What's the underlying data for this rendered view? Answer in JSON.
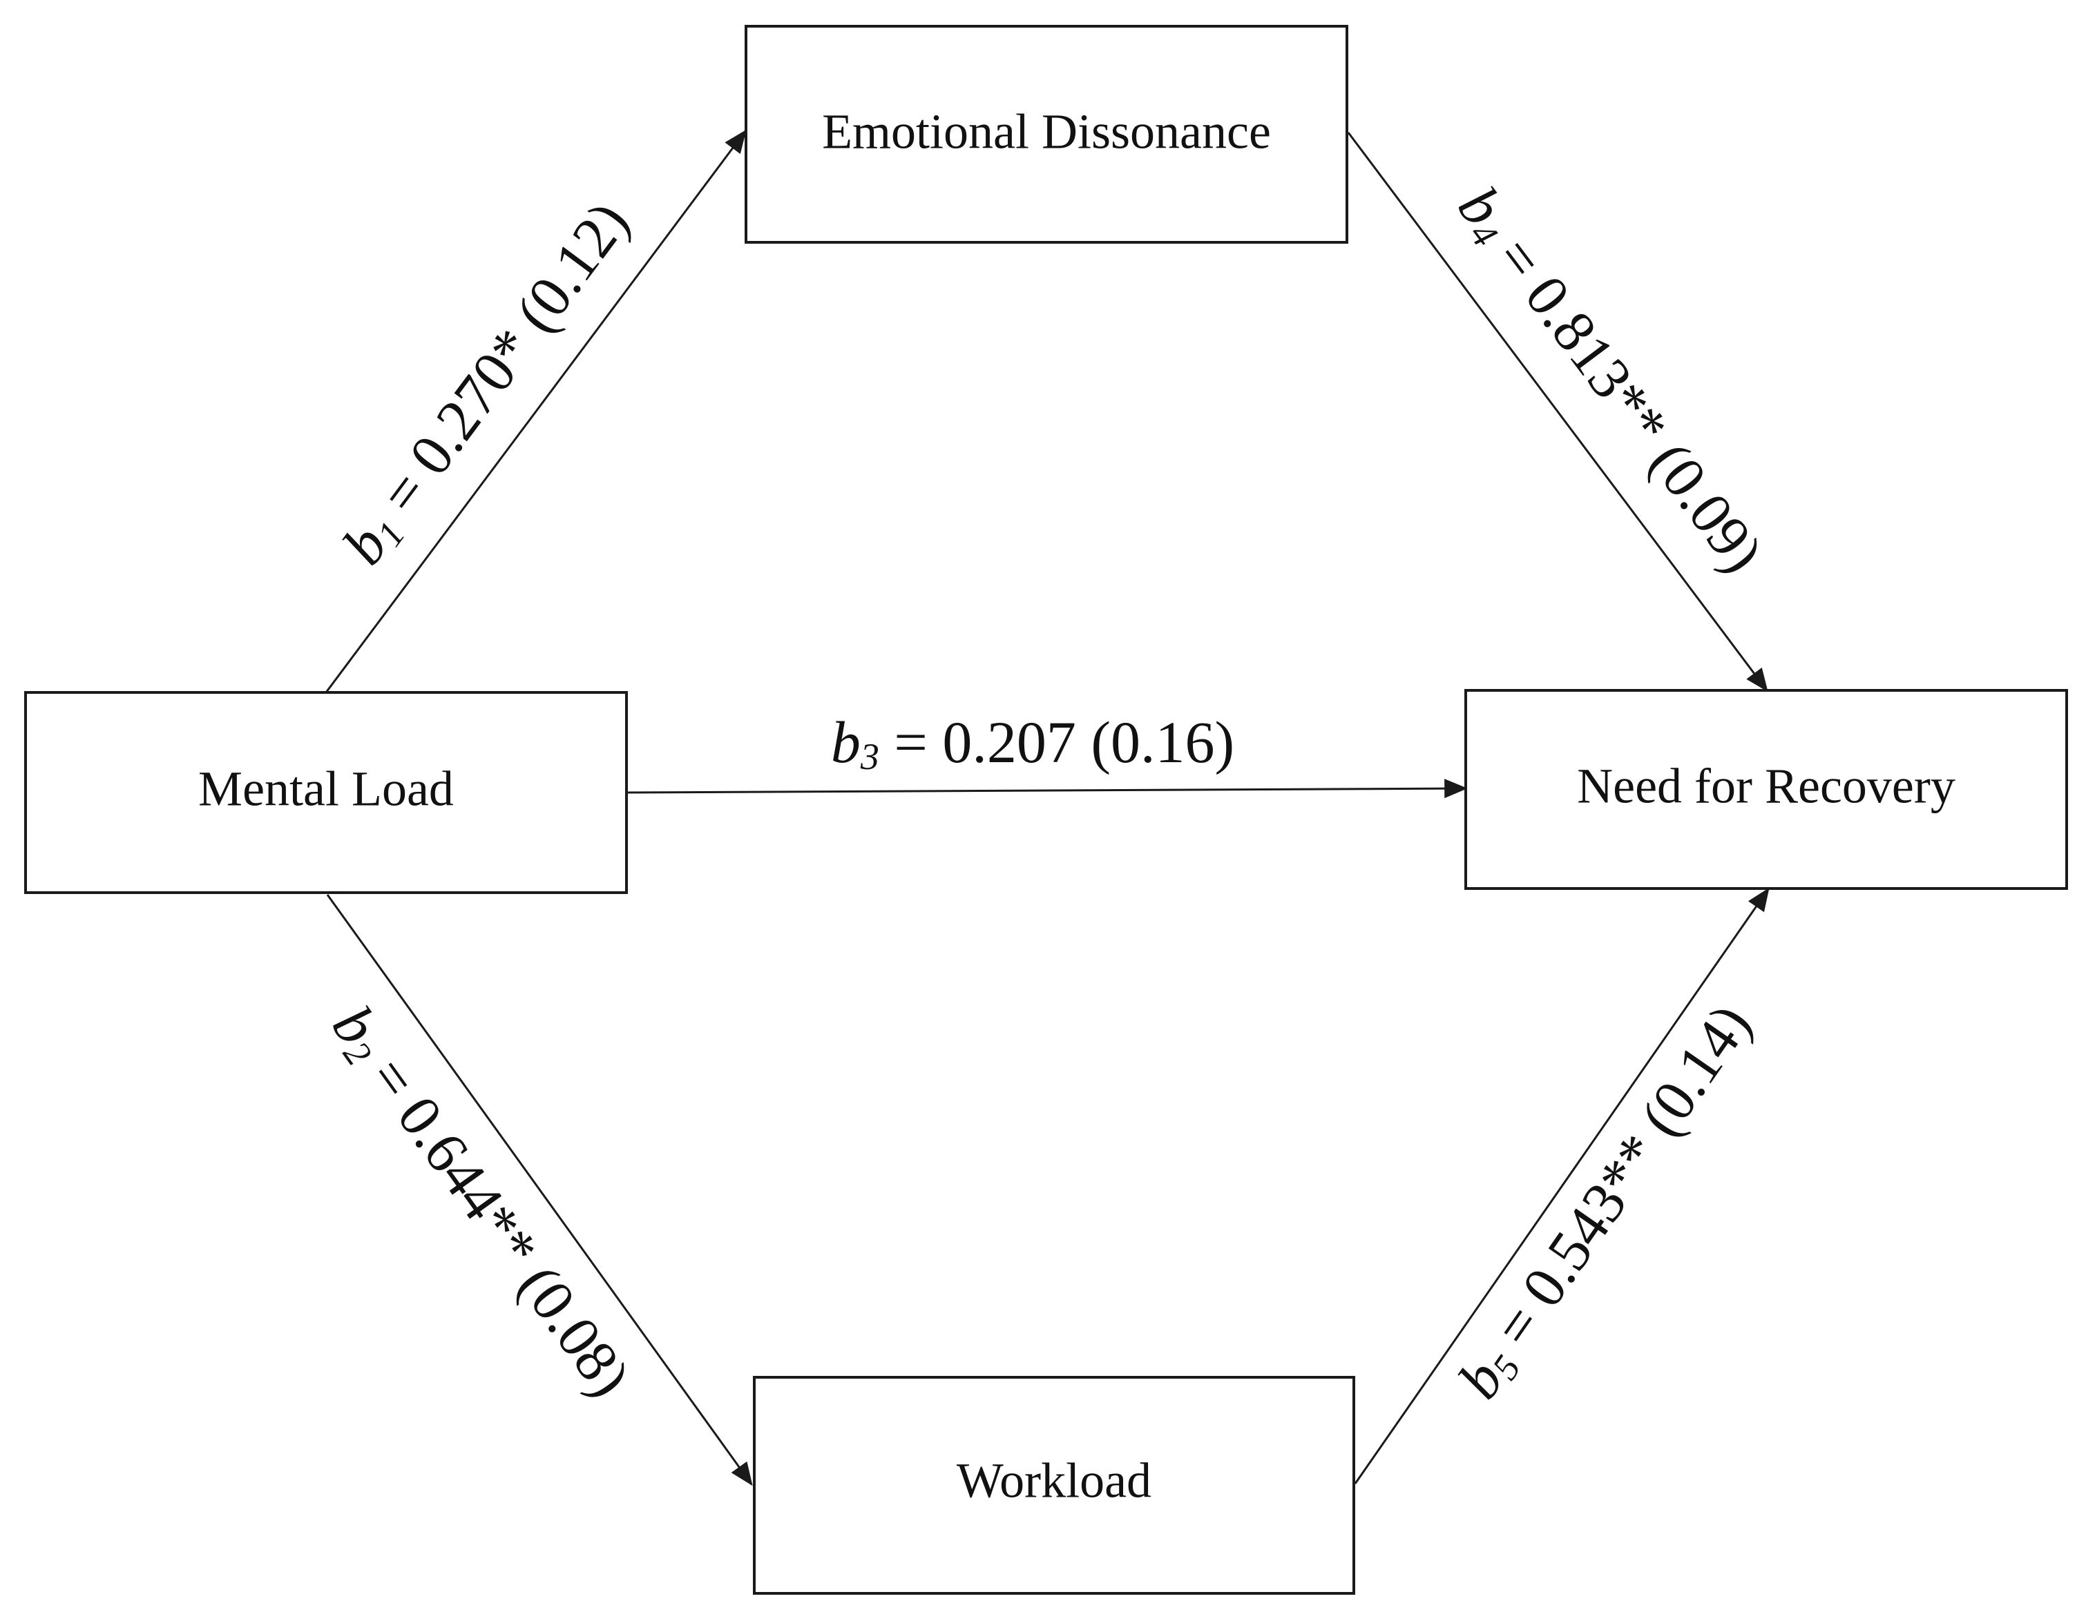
{
  "nodes": {
    "emotional_dissonance": "Emotional Dissonance",
    "mental_load": "Mental Load",
    "need_for_recovery": "Need for Recovery",
    "workload": "Workload"
  },
  "edges": {
    "b1": {
      "letter": "b",
      "subscript": "1",
      "rest": " = 0.270* (0.12)"
    },
    "b2": {
      "letter": "b",
      "subscript": "2",
      "rest": " = 0.644** (0.08)"
    },
    "b3": {
      "letter": "b",
      "subscript": "3",
      "rest": " = 0.207 (0.16)"
    },
    "b4": {
      "letter": "b",
      "subscript": "4",
      "rest": " = 0.813** (0.09)"
    },
    "b5": {
      "letter": "b",
      "subscript": "5",
      "rest": " = 0.543** (0.14)"
    }
  },
  "colors": {
    "stroke": "#1a1a1a",
    "text": "#111111",
    "background": "#ffffff"
  }
}
